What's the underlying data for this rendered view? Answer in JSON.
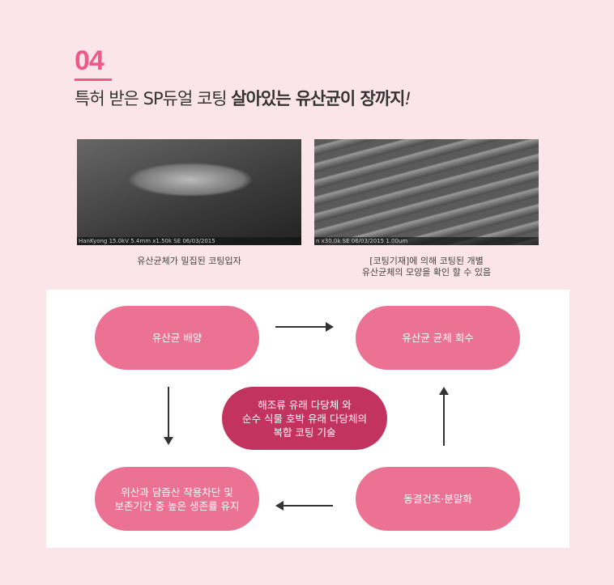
{
  "section": {
    "number": "04",
    "title_normal": "특허 받은 SP듀얼 코팅 ",
    "title_bold": "살아있는 유산균이 장까지",
    "title_end": "!"
  },
  "images": [
    {
      "sem_label": "HanKyong 15.0kV 5.4mm x1.50k SE 06/03/2015",
      "caption": "유산균체가 밀집된 코팅입자"
    },
    {
      "sem_label": "n x30.0k SE 06/03/2015      1.00um",
      "caption_line1": "[코팅기재]에 의해 코팅된 개별",
      "caption_line2": "유산균체의 모양을 확인 할 수 있음"
    }
  ],
  "flow": {
    "culture": "유산균 배양",
    "collect": "유산균 균체 회수",
    "freeze": "동결건조·분말화",
    "result_line1": "위산과 담즙산 작용차단 및",
    "result_line2": "보존기간 중 높은 생존률 유지",
    "center_line1": "해조류 유래 다당체 와",
    "center_line2": "순수 식물 호박 유래 다당체의",
    "center_line3": "복합 코팅 기술"
  },
  "colors": {
    "accent": "#ee5a86",
    "pill": "#ec7294",
    "center": "#c2335f"
  }
}
